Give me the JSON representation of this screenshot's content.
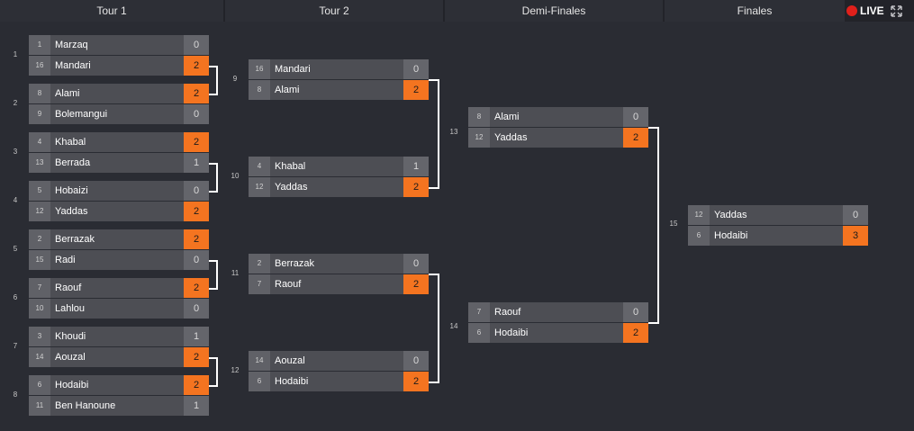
{
  "rounds": [
    "Tour 1",
    "Tour 2",
    "Demi-Finales",
    "Finales"
  ],
  "live_label": "LIVE",
  "groups": [
    "1",
    "2",
    "3",
    "4",
    "5",
    "6",
    "7",
    "8"
  ],
  "connectors": [
    "9",
    "10",
    "11",
    "12",
    "13",
    "14",
    "15"
  ],
  "tour1": [
    {
      "a": {
        "seed": "1",
        "name": "Marzaq",
        "score": "0"
      },
      "b": {
        "seed": "16",
        "name": "Mandari",
        "score": "2"
      }
    },
    {
      "a": {
        "seed": "8",
        "name": "Alami",
        "score": "2"
      },
      "b": {
        "seed": "9",
        "name": "Bolemangui",
        "score": "0"
      }
    },
    {
      "a": {
        "seed": "4",
        "name": "Khabal",
        "score": "2"
      },
      "b": {
        "seed": "13",
        "name": "Berrada",
        "score": "1"
      }
    },
    {
      "a": {
        "seed": "5",
        "name": "Hobaizi",
        "score": "0"
      },
      "b": {
        "seed": "12",
        "name": "Yaddas",
        "score": "2"
      }
    },
    {
      "a": {
        "seed": "2",
        "name": "Berrazak",
        "score": "2"
      },
      "b": {
        "seed": "15",
        "name": "Radi",
        "score": "0"
      }
    },
    {
      "a": {
        "seed": "7",
        "name": "Raouf",
        "score": "2"
      },
      "b": {
        "seed": "10",
        "name": "Lahlou",
        "score": "0"
      }
    },
    {
      "a": {
        "seed": "3",
        "name": "Khoudi",
        "score": "1"
      },
      "b": {
        "seed": "14",
        "name": "Aouzal",
        "score": "2"
      }
    },
    {
      "a": {
        "seed": "6",
        "name": "Hodaibi",
        "score": "2"
      },
      "b": {
        "seed": "11",
        "name": "Ben Hanoune",
        "score": "1"
      }
    }
  ],
  "tour2": [
    {
      "a": {
        "seed": "16",
        "name": "Mandari",
        "score": "0"
      },
      "b": {
        "seed": "8",
        "name": "Alami",
        "score": "2"
      }
    },
    {
      "a": {
        "seed": "4",
        "name": "Khabal",
        "score": "1"
      },
      "b": {
        "seed": "12",
        "name": "Yaddas",
        "score": "2"
      }
    },
    {
      "a": {
        "seed": "2",
        "name": "Berrazak",
        "score": "0"
      },
      "b": {
        "seed": "7",
        "name": "Raouf",
        "score": "2"
      }
    },
    {
      "a": {
        "seed": "14",
        "name": "Aouzal",
        "score": "0"
      },
      "b": {
        "seed": "6",
        "name": "Hodaibi",
        "score": "2"
      }
    }
  ],
  "semis": [
    {
      "a": {
        "seed": "8",
        "name": "Alami",
        "score": "0"
      },
      "b": {
        "seed": "12",
        "name": "Yaddas",
        "score": "2"
      }
    },
    {
      "a": {
        "seed": "7",
        "name": "Raouf",
        "score": "0"
      },
      "b": {
        "seed": "6",
        "name": "Hodaibi",
        "score": "2"
      }
    }
  ],
  "final": {
    "a": {
      "seed": "12",
      "name": "Yaddas",
      "score": "0"
    },
    "b": {
      "seed": "6",
      "name": "Hodaibi",
      "score": "3"
    }
  },
  "colors": {
    "win": "#f47420",
    "bg": "#2a2c33",
    "row": "#4d4e54",
    "live": "#e0201b"
  }
}
